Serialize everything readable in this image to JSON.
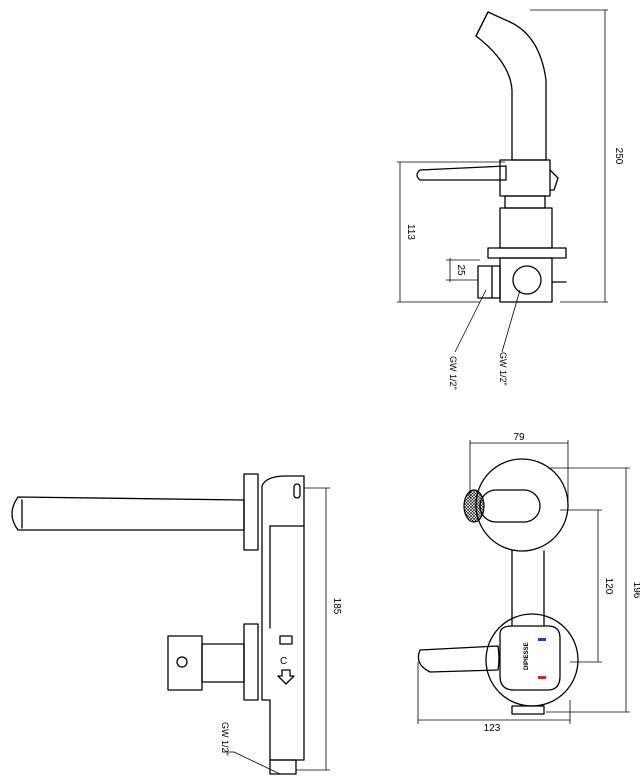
{
  "dimensions": {
    "height_total": "250",
    "height_upper": "113",
    "offset_small": "25",
    "wall_height": "185",
    "width_top": "79",
    "spacing": "120",
    "height_front": "196",
    "width_front": "123"
  },
  "labels": {
    "connection_left": "GW 1/2\"",
    "connection_right": "GW 1/2\"",
    "connection_bottom": "GW 1/2\"",
    "brand": "DIPIESSE"
  },
  "colors": {
    "cold_indicator": "#2040c0",
    "hot_indicator": "#e02020"
  }
}
